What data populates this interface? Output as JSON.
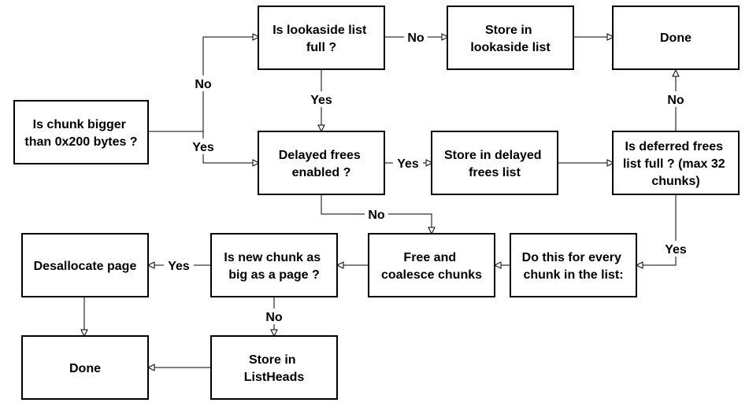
{
  "nodes": {
    "chunk_size_check": [
      "Is chunk bigger",
      "than 0x200 bytes ?"
    ],
    "lookaside_full_check": [
      "Is lookaside list",
      "full ?"
    ],
    "store_lookaside": [
      "Store in",
      "lookaside list"
    ],
    "done_top": [
      "Done"
    ],
    "delayed_frees_check": [
      "Delayed frees",
      "enabled ?"
    ],
    "store_delayed_frees": [
      "Store in delayed",
      "frees list"
    ],
    "deferred_full_check": [
      "Is deferred frees",
      "list full ? (max 32",
      "chunks)"
    ],
    "for_every_chunk": [
      "Do this for every",
      "chunk in the list:"
    ],
    "free_coalesce": [
      "Free and",
      "coalesce chunks"
    ],
    "page_size_check": [
      "Is new chunk as",
      "big as a page ?"
    ],
    "deallocate_page": [
      "Desallocate page"
    ],
    "store_listheads": [
      "Store in",
      "ListHeads"
    ],
    "done_bottom": [
      "Done"
    ]
  },
  "edges": {
    "size_no": "No",
    "size_yes": "Yes",
    "lookaside_no": "No",
    "lookaside_yes": "Yes",
    "delayed_yes": "Yes",
    "delayed_no": "No",
    "deferred_no": "No",
    "deferred_yes": "Yes",
    "page_yes": "Yes",
    "page_no": "No"
  }
}
